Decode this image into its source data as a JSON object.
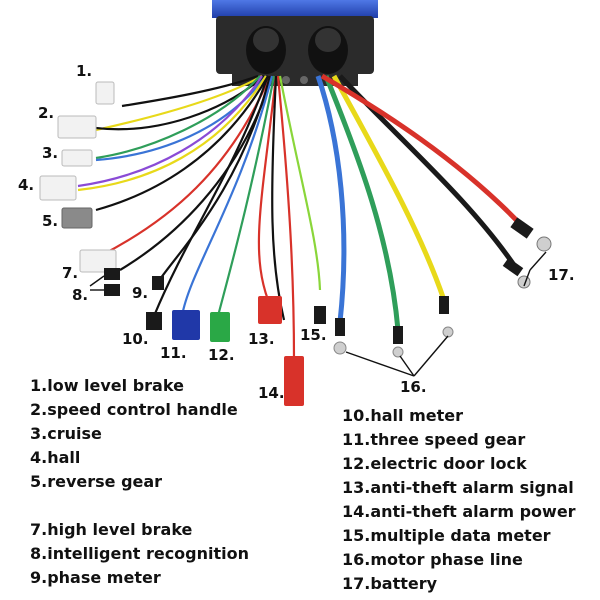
{
  "callouts": [
    "1.",
    "2.",
    "3.",
    "4.",
    "5.",
    "7.",
    "8.",
    "9.",
    "10.",
    "11.",
    "12.",
    "13.",
    "14.",
    "15.",
    "16.",
    "17."
  ],
  "legend_left_top": [
    "1.low level brake",
    "2.speed control handle",
    "3.cruise",
    "4.hall",
    "5.reverse gear"
  ],
  "legend_left_bottom": [
    "7.high level brake",
    "8.intelligent recognition",
    "9.phase meter"
  ],
  "legend_right": [
    "10.hall meter",
    "11.three speed gear",
    "12.electric door lock",
    "13.anti-theft alarm signal",
    "14.anti-theft alarm power",
    "15.multiple data meter",
    "16.motor phase line",
    "17.battery"
  ],
  "colors": {
    "controller_body": "#2f53c8",
    "mount_plate": "#2b2b2b",
    "phase_blue": "#3a74d6",
    "phase_green": "#2f9e5a",
    "phase_yellow": "#e8d91a",
    "battery_red": "#d8322a",
    "battery_black": "#1a1a1a"
  }
}
